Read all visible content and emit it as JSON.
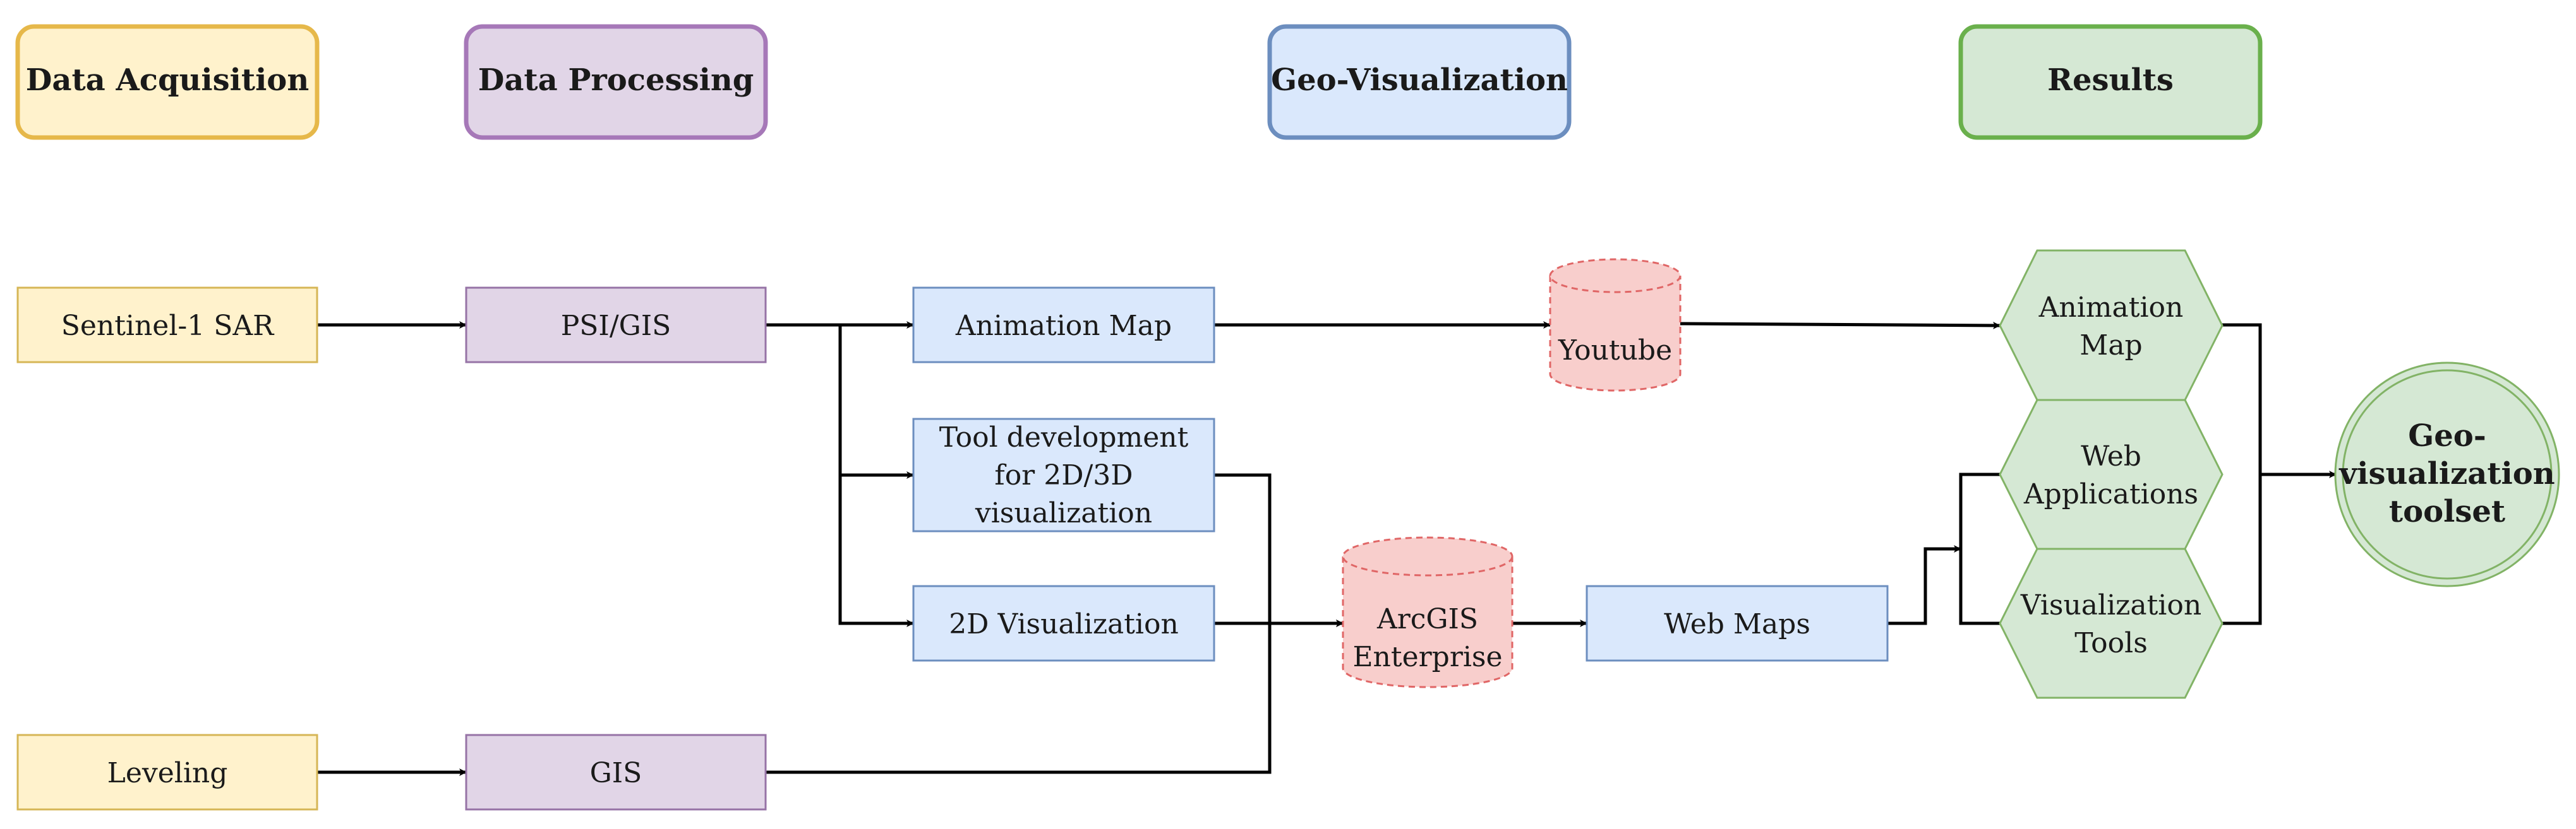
{
  "headers": {
    "acquisition": "Data Acquisition",
    "processing": "Data Processing",
    "geovis": "Geo-Visualization",
    "results": "Results"
  },
  "nodes": {
    "sentinel": "Sentinel-1 SAR",
    "leveling": "Leveling",
    "psi_gis": "PSI/GIS",
    "gis": "GIS",
    "animation_map": "Animation Map",
    "tool_dev": [
      "Tool development",
      "for 2D/3D",
      "visualization"
    ],
    "vis_2d": "2D Visualization",
    "youtube": "Youtube",
    "arcgis": [
      "ArcGIS",
      "Enterprise"
    ],
    "web_maps": "Web Maps",
    "res_animation": [
      "Animation",
      "Map"
    ],
    "res_webapps": [
      "Web",
      "Applications"
    ],
    "res_vistools": [
      "Visualization",
      "Tools"
    ],
    "toolset": [
      "Geo-",
      "visualization",
      "toolset"
    ]
  },
  "colors": {
    "yellow_fill": "#fff2cc",
    "yellow_stroke": "#d6b656",
    "yellow_hdr_stroke": "#e6b84a",
    "purple_fill": "#e1d5e7",
    "purple_stroke": "#9673a6",
    "blue_fill": "#dae8fc",
    "blue_stroke": "#6c8ebf",
    "green_fill": "#d5e8d4",
    "green_stroke": "#82b366",
    "green_hdr_stroke": "#6ab04c",
    "red_fill": "#f8cecc",
    "red_stroke": "#e06666"
  }
}
